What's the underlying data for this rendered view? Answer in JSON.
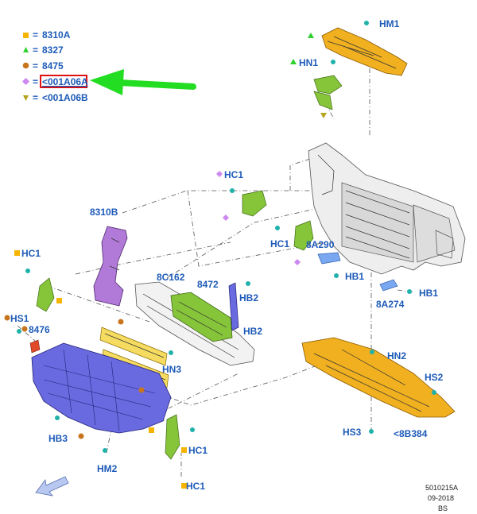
{
  "colors": {
    "label_text": "#1e5bb8",
    "legend_square": "#f5b400",
    "legend_triangle_up": "#2fd12f",
    "legend_circle": "#c8741e",
    "legend_diamond": "#cc88ee",
    "legend_triangle_down": "#b5a21d",
    "arrow": "#22dd22",
    "highlight_box": "#e01010",
    "part_orange": "#f0b020",
    "part_green": "#86c43a",
    "part_purple": "#b27ad8",
    "part_blue": "#6a6ae0",
    "part_radiator": "#d8d8d8"
  },
  "legend": [
    {
      "symbol": "square",
      "eq": "=",
      "code": "8310A"
    },
    {
      "symbol": "triangle-up",
      "eq": "=",
      "code": "8327"
    },
    {
      "symbol": "circle",
      "eq": "=",
      "code": "8475"
    },
    {
      "symbol": "diamond",
      "eq": "=",
      "code": "<001A06A",
      "highlighted": true
    },
    {
      "symbol": "triangle-down",
      "eq": "=",
      "code": "<001A06B"
    }
  ],
  "callouts": {
    "hm1": "HM1",
    "hn1": "HN1",
    "hc1_top": "HC1",
    "b8310b": "8310B",
    "hc1_mid": "HC1",
    "a8a290": "8A290",
    "hb1_mid": "HB1",
    "hc1_left": "HC1",
    "c8c162": "8C162",
    "a8472": "8472",
    "hb2_a": "HB2",
    "hb2_b": "HB2",
    "a8a274": "8A274",
    "hb1_right": "HB1",
    "hs1": "HS1",
    "a8476": "8476",
    "hn3": "HN3",
    "hn2": "HN2",
    "hs2": "HS2",
    "hb3": "HB3",
    "hs3": "HS3",
    "b8b384": "<8B384",
    "hc1_low1": "HC1",
    "hc1_low2": "HC1",
    "hm2": "HM2"
  },
  "stamp": {
    "id": "5010215A",
    "date": "09-2018",
    "initials": "BS"
  }
}
